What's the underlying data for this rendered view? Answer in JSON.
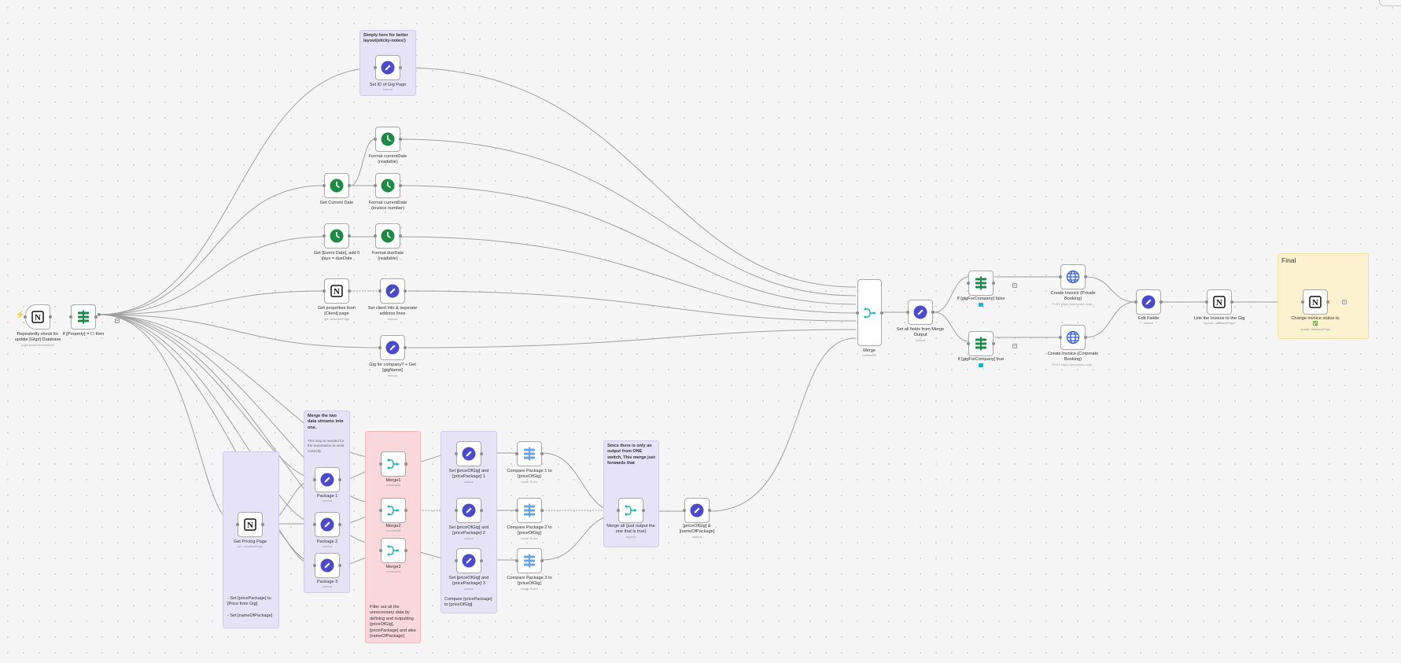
{
  "stickies": [
    {
      "id": "sticky-gig-page",
      "text": "Simply here for better layout(sticky-notes!)",
      "body": ""
    },
    {
      "id": "sticky-merge-two",
      "text": "Merge the two data streams into one.",
      "body": "This step is needed for the automation to work correctly"
    },
    {
      "id": "sticky-pricing",
      "text": "",
      "body": "- Set [pricePackage] to [Price from Gig]\n\n- Set [nameOfPackage]"
    },
    {
      "id": "sticky-filter",
      "text": "",
      "body": "Filter out all the unnecessary data by defining and outputting [priceOfGig], [pricePackage] and also [nameOfPackage]"
    },
    {
      "id": "sticky-compare",
      "text": "",
      "body": "Compare [pricePackage] to [priceOfGig]"
    },
    {
      "id": "sticky-only-one",
      "text": "Since there is only an output from ONE switch, This merge just forwards that",
      "body": ""
    },
    {
      "id": "sticky-final",
      "text": "Final",
      "body": ""
    }
  ],
  "nodes": [
    {
      "id": "n-trigger",
      "name": "Repeatedly check for\nupdate [Gigs] Database",
      "sub": "pageUpdatedInDatabase"
    },
    {
      "id": "n-if-property",
      "name": "If [Property] = ☐ then",
      "sub": ""
    },
    {
      "id": "n-set-gig-id",
      "name": "Set ID of Gig Page",
      "sub": "manual"
    },
    {
      "id": "n-get-current-date",
      "name": "Get Current Date",
      "sub": ""
    },
    {
      "id": "n-format-readable",
      "name": "Format currentDate\n(readable)",
      "sub": ""
    },
    {
      "id": "n-format-invoice",
      "name": "Format currentDate\n(invoice number)",
      "sub": ""
    },
    {
      "id": "n-get-event-date",
      "name": "Get [Event Date], add 0\ndays = dueDate",
      "sub": ""
    },
    {
      "id": "n-format-duedate",
      "name": "Format dueDate\n(readable)",
      "sub": ""
    },
    {
      "id": "n-get-client",
      "name": "Get properties from\n[Client] page",
      "sub": "get: databasePage"
    },
    {
      "id": "n-set-client-info",
      "name": "Set client info & seperate\naddress lines",
      "sub": "manual"
    },
    {
      "id": "n-gig-for-company",
      "name": "Gig for company? + Get\n[gigName]",
      "sub": "manual"
    },
    {
      "id": "n-merge-main",
      "name": "Merge",
      "sub": "combineAll"
    },
    {
      "id": "n-set-all-fields",
      "name": "Set all fields from Merge\nOutput",
      "sub": "manual"
    },
    {
      "id": "n-if-false",
      "name": "If [gigForCompany] false",
      "sub": ""
    },
    {
      "id": "n-if-true",
      "name": "If [gigForCompany] true",
      "sub": ""
    },
    {
      "id": "n-invoice-private",
      "name": "Create Invoice (Private\nBooking)",
      "sub": "POST: https://api.invoice-ninja..."
    },
    {
      "id": "n-invoice-corporate",
      "name": "Create Invoice (Corporate\nBooking)",
      "sub": "POST: https://api.invoice-ninja..."
    },
    {
      "id": "n-edit-fields",
      "name": "Edit Fields",
      "sub": "manual"
    },
    {
      "id": "n-link-invoice",
      "name": "Link the Invoice to the Gig",
      "sub": "update: databasePage"
    },
    {
      "id": "n-change-status",
      "name": "Change invoice status to\n✅",
      "sub": "update: databasePage"
    },
    {
      "id": "n-get-pricing",
      "name": "Get Pricing Page",
      "sub": "get: databasePage"
    },
    {
      "id": "n-package1",
      "name": "Package 1",
      "sub": "manual"
    },
    {
      "id": "n-package2",
      "name": "Package 2",
      "sub": "manual"
    },
    {
      "id": "n-package3",
      "name": "Package 3",
      "sub": "manual"
    },
    {
      "id": "n-merge1",
      "name": "Merge1",
      "sub": "combineAll"
    },
    {
      "id": "n-merge2",
      "name": "Merge2",
      "sub": "combineAll"
    },
    {
      "id": "n-merge3",
      "name": "Merge3",
      "sub": "combineAll"
    },
    {
      "id": "n-set-price1",
      "name": "Set [priceOfGig] and\n[pricePackage] 1",
      "sub": "manual"
    },
    {
      "id": "n-set-price2",
      "name": "Set [priceOfGig] and\n[pricePackage] 2",
      "sub": "manual"
    },
    {
      "id": "n-set-price3",
      "name": "Set [priceOfGig] and\n[pricePackage] 3",
      "sub": "manual"
    },
    {
      "id": "n-compare1",
      "name": "Compare Package 1 to\n[priceOfGig]",
      "sub": "mode: Rules"
    },
    {
      "id": "n-compare2",
      "name": "Compare Package 2 to\n[priceOfGig]",
      "sub": "mode: Rules"
    },
    {
      "id": "n-compare3",
      "name": "Compare Package 3 to\n[priceOfGig]",
      "sub": "mode: Rules"
    },
    {
      "id": "n-merge-all",
      "name": "Merge all (just output the\none that is true)",
      "sub": "append"
    },
    {
      "id": "n-price-name",
      "name": "[priceOfGig] &\n[nameOfPackage]",
      "sub": "manual"
    }
  ],
  "colors": {
    "set": "#4a4acb",
    "clock": "#1f8a45",
    "switch": "#1b8a4b",
    "compare": "#6aa2e6",
    "merge": "#1bb6b0",
    "http": "#2f5bd6",
    "notion": "#111111",
    "trigger": "#ff6d3a",
    "edge": "#9a9a9a",
    "badge": "#14b5d9"
  }
}
